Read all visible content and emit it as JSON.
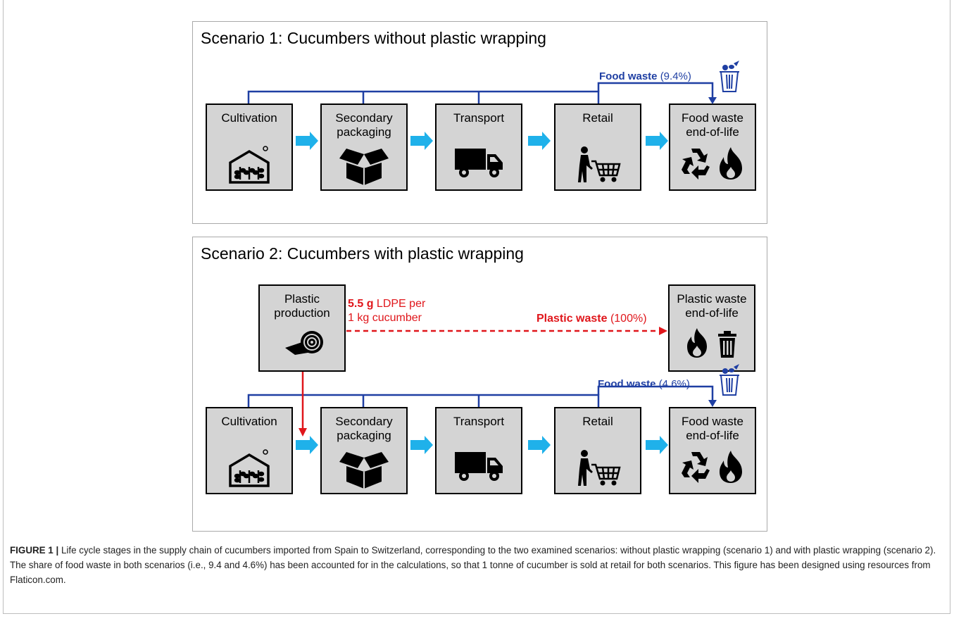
{
  "scenario1": {
    "title": "Scenario 1: Cucumbers without plastic wrapping",
    "stages": [
      "Cultivation",
      "Secondary\npackaging",
      "Transport",
      "Retail",
      "Food waste\nend-of-life"
    ],
    "food_waste": {
      "label": "Food waste",
      "value": "(9.4%)"
    }
  },
  "scenario2": {
    "title": "Scenario 2: Cucumbers with plastic wrapping",
    "plastic_production": "Plastic\nproduction",
    "plastic_end_of_life": "Plastic waste\nend-of-life",
    "ldpe_amount": "5.5 g",
    "ldpe_rest": "LDPE per",
    "ldpe_line2": "1 kg cucumber",
    "plastic_waste": {
      "label": "Plastic waste",
      "value": "(100%)"
    },
    "stages": [
      "Cultivation",
      "Secondary\npackaging",
      "Transport",
      "Retail",
      "Food waste\nend-of-life"
    ],
    "food_waste": {
      "label": "Food waste",
      "value": "(4.6%)"
    }
  },
  "colors": {
    "food_waste_line": "#1f3fa3",
    "plastic_line": "#e0161b",
    "flow_arrow": "#1fb1ea",
    "stage_fill": "#d4d4d4"
  },
  "icons": [
    "greenhouse-icon",
    "box-icon",
    "truck-icon",
    "shopping-person-icon",
    "recycle-icon",
    "flame-icon",
    "trash-can-icon",
    "plastic-roll-icon",
    "food-bin-icon"
  ],
  "caption": {
    "figure_label": "FIGURE 1 |",
    "text": " Life cycle stages in the supply chain of cucumbers imported from Spain to Switzerland, corresponding to the two examined scenarios: without plastic wrapping (scenario 1) and with plastic wrapping (scenario 2). The share of food waste in both scenarios (i.e., 9.4 and 4.6%) has been accounted for in the calculations, so that 1 tonne of cucumber is sold at retail for both scenarios. This figure has been designed using resources from Flaticon.com."
  }
}
